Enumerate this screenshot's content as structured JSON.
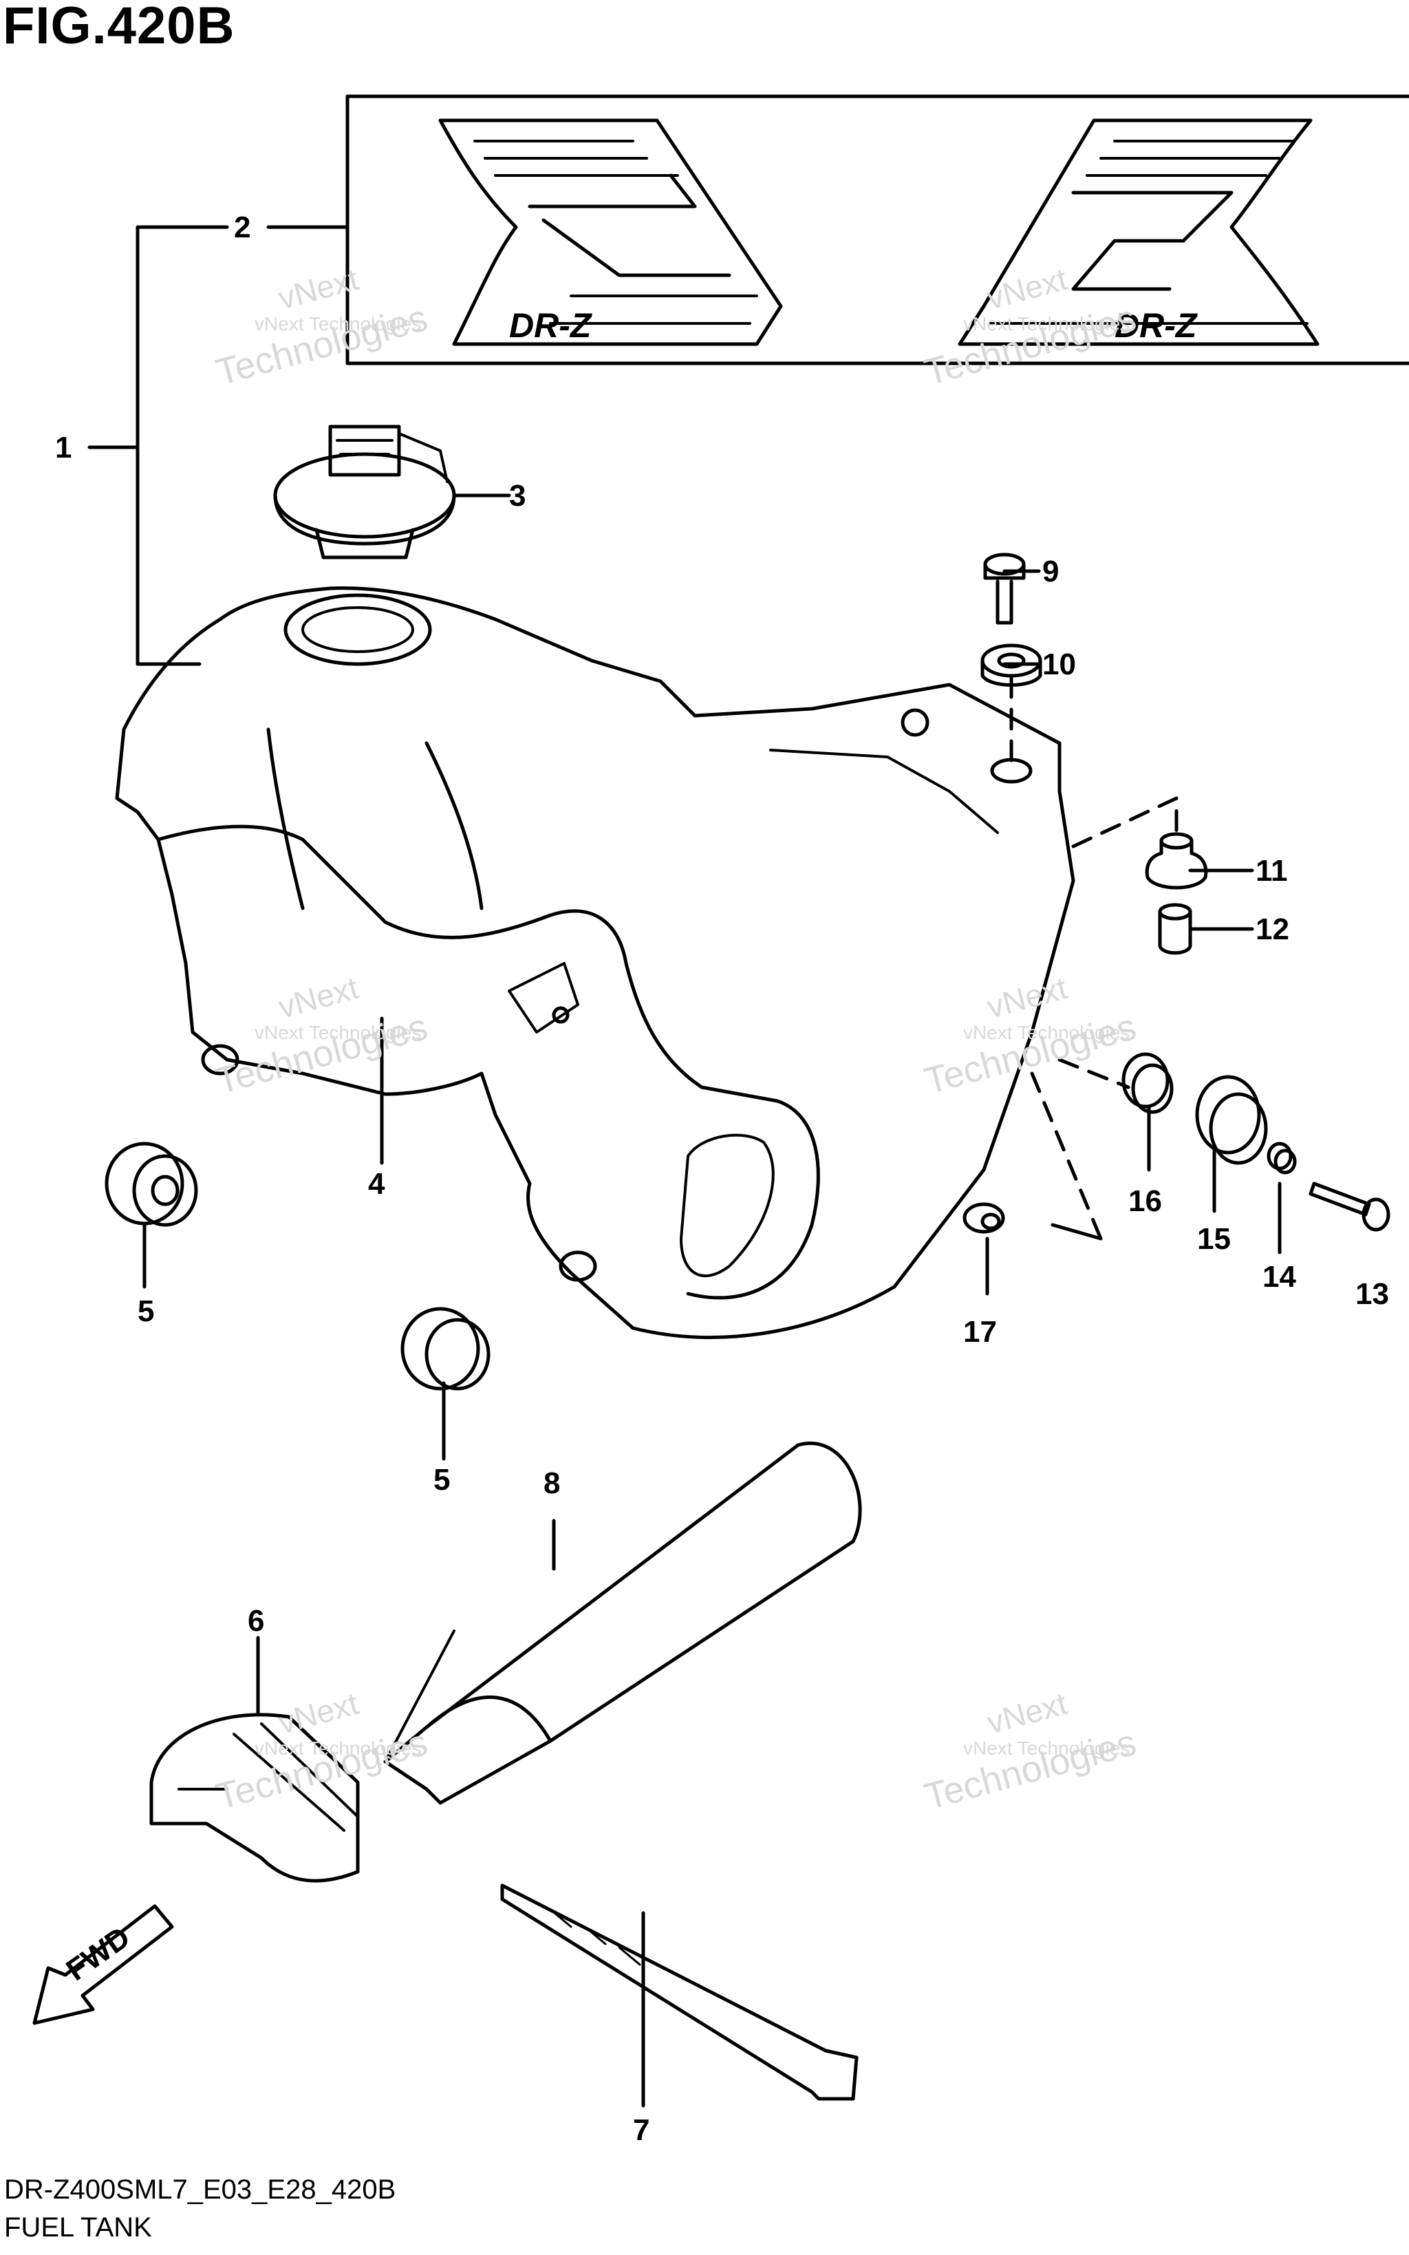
{
  "figure": {
    "title": "FIG.420B",
    "code": "DR-Z400SML7_E03_E28_420B",
    "name": "FUEL TANK"
  },
  "decal": {
    "text": "DR-Z"
  },
  "fwd_arrow": {
    "label": "FWD"
  },
  "watermark": {
    "line1": "vNext Technologies",
    "line2": "vNext",
    "line3": "Technologies"
  },
  "callouts": [
    "1",
    "2",
    "3",
    "4",
    "5",
    "5",
    "6",
    "7",
    "8",
    "9",
    "10",
    "11",
    "12",
    "13",
    "14",
    "15",
    "16",
    "17"
  ]
}
